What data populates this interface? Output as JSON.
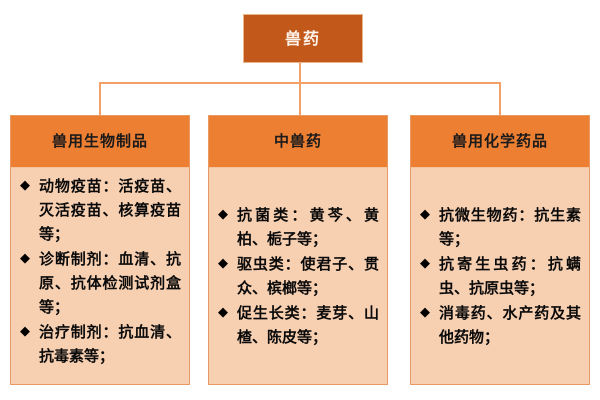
{
  "diagram": {
    "root": {
      "label": "兽药"
    },
    "bullet_glyph": "◆",
    "columns": [
      {
        "header": "兽用生物制品",
        "align": "top",
        "items": [
          "动物疫苗：活疫苗、灭活疫苗、核算疫苗等；",
          "诊断制剂：血清、抗原、抗体检测试剂盒等；",
          "治疗制剂：抗血清、抗毒素等；"
        ]
      },
      {
        "header": "中兽药",
        "align": "center",
        "items": [
          "抗菌类：黄芩、黄柏、栀子等；",
          "驱虫类：使君子、贯众、槟榔等；",
          "促生长类：麦芽、山楂、陈皮等；"
        ]
      },
      {
        "header": "兽用化学药品",
        "align": "center",
        "items": [
          "抗微生物药：抗生素等；",
          "抗寄生虫药：抗螨虫、抗原虫等；",
          "消毒药、水产药及其他药物；"
        ]
      }
    ]
  },
  "colors": {
    "root_fill": "#C2591B",
    "root_text": "#FDF3EB",
    "header_fill": "#ED7F32",
    "body_fill": "#F7CFB1",
    "border": "#E79A63",
    "connector": "#F2A065",
    "background": "#FFFFFF"
  }
}
